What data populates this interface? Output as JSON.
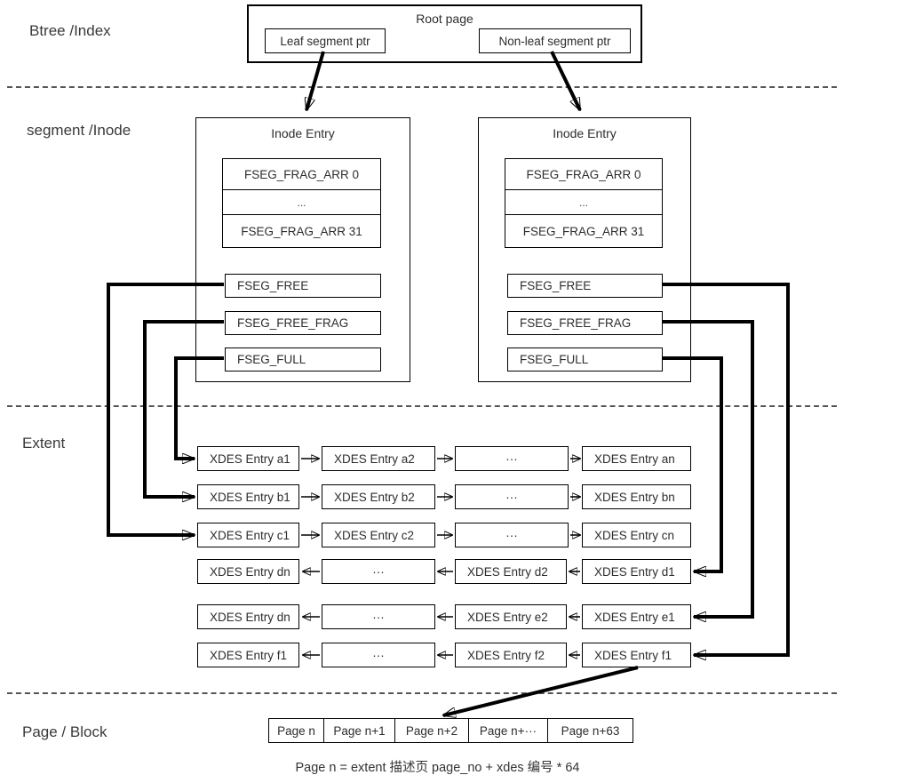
{
  "sections": {
    "btree_label": "Btree /Index",
    "segment_label": "segment /Inode",
    "extent_label": "Extent",
    "page_label": "Page / Block"
  },
  "root_page": {
    "title": "Root page",
    "leaf_ptr_label": "Leaf segment ptr",
    "nonleaf_ptr_label": "Non-leaf segment ptr"
  },
  "inodes": [
    {
      "title": "Inode Entry",
      "frag_rows": [
        "FSEG_FRAG_ARR 0",
        "...",
        "FSEG_FRAG_ARR 31"
      ],
      "fseg": [
        "FSEG_FREE",
        "FSEG_FREE_FRAG",
        "FSEG_FULL"
      ]
    },
    {
      "title": "Inode Entry",
      "frag_rows": [
        "FSEG_FRAG_ARR 0",
        "...",
        "FSEG_FRAG_ARR 31"
      ],
      "fseg": [
        "FSEG_FREE",
        "FSEG_FREE_FRAG",
        "FSEG_FULL"
      ]
    }
  ],
  "extent": {
    "rows": [
      {
        "cells": [
          "XDES Entry a1",
          "XDES Entry a2",
          "···",
          "XDES Entry an"
        ]
      },
      {
        "cells": [
          "XDES Entry b1",
          "XDES Entry b2",
          "···",
          "XDES Entry bn"
        ]
      },
      {
        "cells": [
          "XDES Entry c1",
          "XDES Entry c2",
          "···",
          "XDES Entry cn"
        ]
      },
      {
        "cells": [
          "XDES Entry dn",
          "···",
          "XDES Entry d2",
          "XDES Entry d1"
        ]
      },
      {
        "cells": [
          "XDES Entry dn",
          "···",
          "XDES Entry e2",
          "XDES Entry e1"
        ]
      },
      {
        "cells": [
          "XDES Entry f1",
          "···",
          "XDES Entry f2",
          "XDES Entry f1"
        ]
      }
    ]
  },
  "page_row": {
    "cells": [
      "Page n",
      "Page n+1",
      "Page n+2",
      "Page n+···",
      "Page n+63"
    ]
  },
  "caption": "Page n = extent 描述页 page_no + xdes 编号 * 64",
  "colors": {
    "background": "#ffffff",
    "line": "#000000",
    "text": "#2d2d2d",
    "separator": "#555555"
  }
}
